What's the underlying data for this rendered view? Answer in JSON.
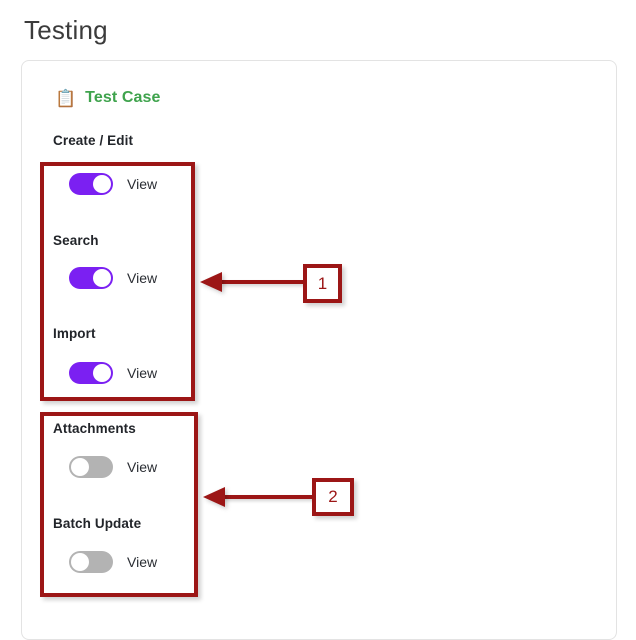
{
  "page": {
    "title": "Testing"
  },
  "card": {
    "icon": "clipboard-icon",
    "icon_glyph": "📋",
    "title": "Test Case",
    "title_color": "#3fa34d"
  },
  "permissions": [
    {
      "label": "Create / Edit",
      "toggle_state": "on",
      "toggle_label": "View"
    },
    {
      "label": "Search",
      "toggle_state": "on",
      "toggle_label": "View"
    },
    {
      "label": "Import",
      "toggle_state": "on",
      "toggle_label": "View"
    },
    {
      "label": "Attachments",
      "toggle_state": "off",
      "toggle_label": "View"
    },
    {
      "label": "Batch Update",
      "toggle_state": "off",
      "toggle_label": "View"
    }
  ],
  "annotations": [
    {
      "number": "1",
      "target": "enabled-permissions-group"
    },
    {
      "number": "2",
      "target": "disabled-permissions-group"
    }
  ],
  "colors": {
    "toggle_on": "#7b20f2",
    "toggle_off": "#b3b3b3",
    "annotation": "#9c1616",
    "heading": "#3b3b3b",
    "accent_green": "#3fa34d"
  }
}
